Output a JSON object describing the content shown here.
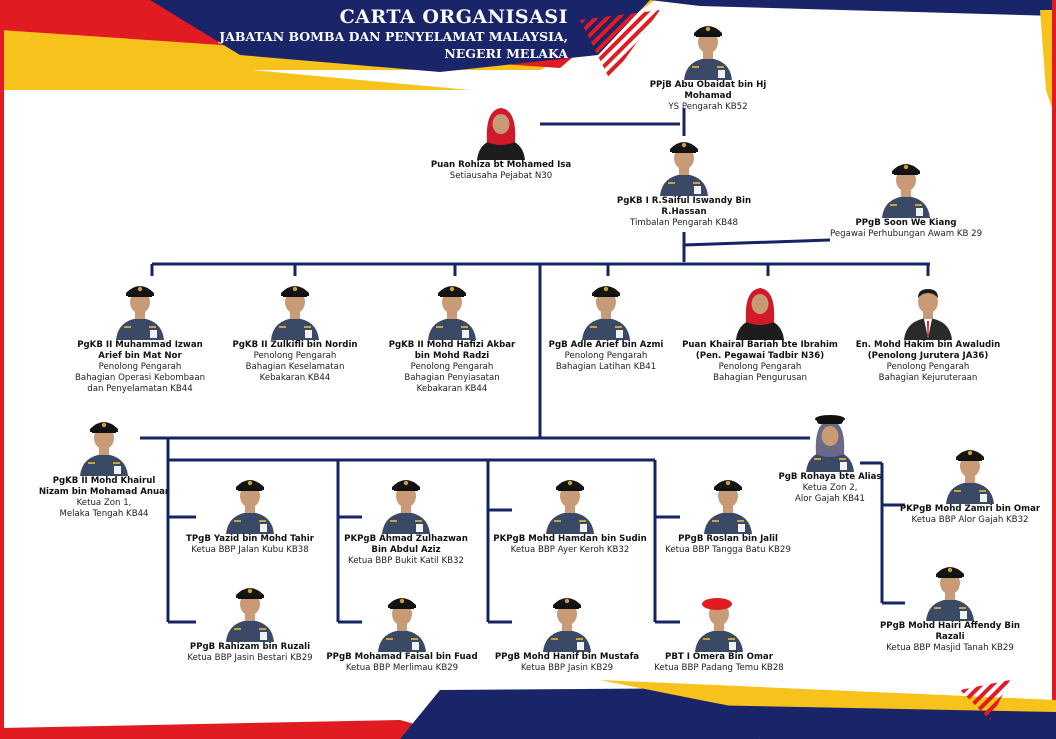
{
  "header": {
    "title": "CARTA ORGANISASI",
    "subtitle_line1": "JABATAN BOMBA DAN PENYELAMAT MALAYSIA,",
    "subtitle_line2": "NEGERI MELAKA"
  },
  "colors": {
    "navy": "#1a2468",
    "red": "#e11b22",
    "yellow": "#f7c21b",
    "line": "#142466",
    "uniform": "#3a4a66",
    "civilian_suit": "#2a2a2a",
    "hijab": "#d01a2a"
  },
  "people": [
    {
      "id": "p1",
      "name": "PPjB Abu Obaidat bin Hj Mohamad",
      "role": "YS Pengarah KB52",
      "attire": "uniform"
    },
    {
      "id": "p2",
      "name": "Puan Rohiza bt Mohamed Isa",
      "role": "Setiausaha Pejabat N30",
      "attire": "civilian-hijab"
    },
    {
      "id": "p3",
      "name": "PgKB I R.Saiful Iswandy Bin R.Hassan",
      "role": "Timbalan Pengarah KB48",
      "attire": "uniform"
    },
    {
      "id": "p4",
      "name": "PPgB Soon We Kiang",
      "role": "Pegawai Perhubungan Awam KB 29",
      "attire": "uniform"
    },
    {
      "id": "p5",
      "name": "PgKB II Muhammad Izwan\nArief bin Mat Nor",
      "role": "Penolong Pengarah\nBahagian Operasi Kebombaan\ndan Penyelamatan KB44",
      "attire": "uniform"
    },
    {
      "id": "p6",
      "name": "PgKB II Zulkifli bin Nordin",
      "role": "Penolong Pengarah\nBahagian Keselamatan\nKebakaran KB44",
      "attire": "uniform"
    },
    {
      "id": "p7",
      "name": "PgKB II Mohd Hafizi Akbar\nbin Mohd Radzi",
      "role": "Penolong Pengarah\nBahagian Penyiasatan\nKebakaran KB44",
      "attire": "uniform"
    },
    {
      "id": "p8",
      "name": "PgB Adle Arief bin Azmi",
      "role": "Penolong Pengarah\nBahagian Latihan KB41",
      "attire": "uniform"
    },
    {
      "id": "p9",
      "name": "Puan Khairal Bariah bte Ibrahim\n(Pen. Pegawai Tadbir N36)",
      "role": "Penolong Pengarah\nBahagian Pengurusan",
      "attire": "civilian-hijab"
    },
    {
      "id": "p10",
      "name": "En. Mohd Hakim bin Awaludin\n(Penolong Jurutera JA36)",
      "role": "Penolong Pengarah\nBahagian Kejuruteraan",
      "attire": "civilian"
    },
    {
      "id": "p11",
      "name": "PgKB II Mohd Khairul\nNizam bin Mohamad Anuar",
      "role": "Ketua Zon 1,\nMelaka Tengah KB44",
      "attire": "uniform"
    },
    {
      "id": "p12",
      "name": "PgB Rohaya bte Alias",
      "role": "Ketua Zon 2,\nAlor Gajah KB41",
      "attire": "uniform-hijab"
    },
    {
      "id": "p13",
      "name": "TPgB Yazid bin Mohd Tahir",
      "role": "Ketua BBP Jalan Kubu KB38",
      "attire": "uniform"
    },
    {
      "id": "p14",
      "name": "PKPgB Ahmad Zulhazwan\nBin Abdul Aziz",
      "role": "Ketua BBP Bukit Katil KB32",
      "attire": "uniform"
    },
    {
      "id": "p15",
      "name": "PKPgB Mohd Hamdan bin Sudin",
      "role": "Ketua BBP Ayer Keroh KB32",
      "attire": "uniform"
    },
    {
      "id": "p16",
      "name": "PPgB Roslan bin Jalil",
      "role": "Ketua BBP Tangga Batu KB29",
      "attire": "uniform"
    },
    {
      "id": "p17",
      "name": "PKPgB Mohd Zamri bin Omar",
      "role": "Ketua BBP Alor Gajah KB32",
      "attire": "uniform"
    },
    {
      "id": "p18",
      "name": "PPgB Rahizam bin Ruzali",
      "role": "Ketua BBP Jasin Bestari KB29",
      "attire": "uniform"
    },
    {
      "id": "p19",
      "name": "PPgB Mohamad Faisal bin Fuad",
      "role": "Ketua BBP Merlimau KB29",
      "attire": "uniform"
    },
    {
      "id": "p20",
      "name": "PPgB Mohd Hanif bin Mustafa",
      "role": "Ketua BBP Jasin KB29",
      "attire": "uniform"
    },
    {
      "id": "p21",
      "name": "PBT I Omera Bin Omar",
      "role": "Ketua BBP Padang Temu KB28",
      "attire": "uniform-beret"
    },
    {
      "id": "p22",
      "name": "PPgB Mohd Hairi Affendy Bin Razali",
      "role": "Ketua BBP Masjid Tanah KB29",
      "attire": "uniform"
    }
  ]
}
